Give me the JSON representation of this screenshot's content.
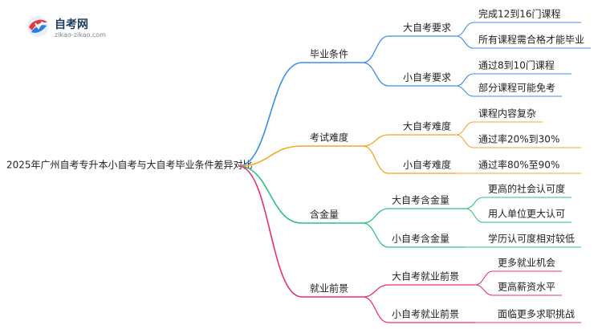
{
  "logo": {
    "name": "自考网",
    "url": "zikao-zikao.com"
  },
  "colors": {
    "blue": "#3b8fe8",
    "orange": "#f5a623",
    "green": "#2ec27e",
    "pink": "#e8306f",
    "root_stroke": "#9a9a9a"
  },
  "root": "2025年广州自考专升本小自考与大自考毕业条件差异对比",
  "branches": [
    {
      "label": "毕业条件",
      "color": "blue",
      "children": [
        {
          "label": "大自考要求",
          "leaves": [
            "完成12到16门课程",
            "所有课程需合格才能毕业"
          ]
        },
        {
          "label": "小自考要求",
          "leaves": [
            "通过8到10门课程",
            "部分课程可能免考"
          ]
        }
      ]
    },
    {
      "label": "考试难度",
      "color": "orange",
      "children": [
        {
          "label": "大自考难度",
          "leaves": [
            "课程内容复杂",
            "通过率20%到30%"
          ]
        },
        {
          "label": "小自考难度",
          "leaves": [
            "通过率80%至90%"
          ]
        }
      ]
    },
    {
      "label": "含金量",
      "color": "green",
      "children": [
        {
          "label": "大自考含金量",
          "leaves": [
            "更高的社会认可度",
            "用人单位更大认可"
          ]
        },
        {
          "label": "小自考含金量",
          "leaves": [
            "学历认可度相对较低"
          ]
        }
      ]
    },
    {
      "label": "就业前景",
      "color": "pink",
      "children": [
        {
          "label": "大自考就业前景",
          "leaves": [
            "更多就业机会",
            "更高薪资水平"
          ]
        },
        {
          "label": "小自考就业前景",
          "leaves": [
            "面临更多求职挑战"
          ]
        }
      ]
    }
  ]
}
